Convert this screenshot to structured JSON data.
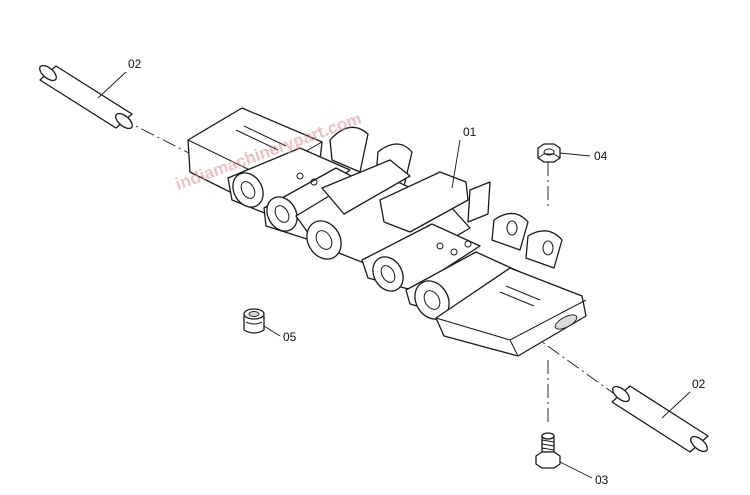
{
  "callouts": {
    "segment": "01",
    "pin_left": "02",
    "pin_right": "02",
    "bolt": "03",
    "nut": "04",
    "spacer": "05"
  },
  "watermark": "indiamachinerypart.com",
  "colors": {
    "line": "#1a1a1a",
    "watermark": "#e08f8f",
    "background": "#ffffff"
  }
}
